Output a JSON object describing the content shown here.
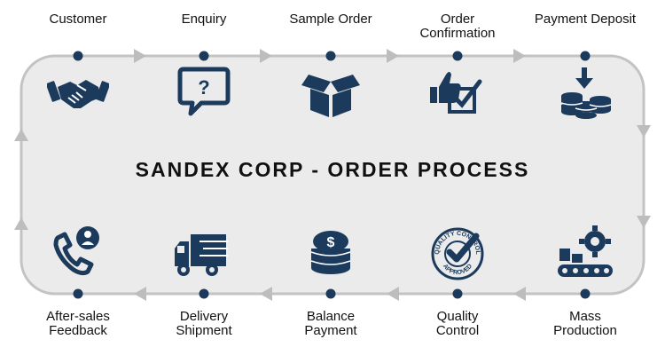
{
  "title": "SANDEX CORP - ORDER PROCESS",
  "colors": {
    "navy": "#1b3a5c",
    "panel": "#ebebeb",
    "border": "#c3c3c3",
    "arrow": "#bdbdbd"
  },
  "steps": [
    {
      "label": "Customer",
      "icon": "handshake-icon"
    },
    {
      "label": "Enquiry",
      "icon": "question-bubble-icon"
    },
    {
      "label": "Sample Order",
      "icon": "open-box-icon"
    },
    {
      "label": "Order\nConfirmation",
      "icon": "thumbs-up-checkbox-icon"
    },
    {
      "label": "Payment Deposit",
      "icon": "coin-deposit-icon"
    },
    {
      "label": "Mass\nProduction",
      "icon": "conveyor-gear-icon"
    },
    {
      "label": "Quality\nControl",
      "icon": "quality-approved-seal-icon"
    },
    {
      "label": "Balance\nPayment",
      "icon": "dollar-coins-icon"
    },
    {
      "label": "Delivery\nShipment",
      "icon": "delivery-truck-icon"
    },
    {
      "label": "After-sales\nFeedback",
      "icon": "phone-support-icon"
    }
  ],
  "seal": {
    "top_text": "QUALITY CONTROL",
    "bottom_text": "APPROVED"
  }
}
